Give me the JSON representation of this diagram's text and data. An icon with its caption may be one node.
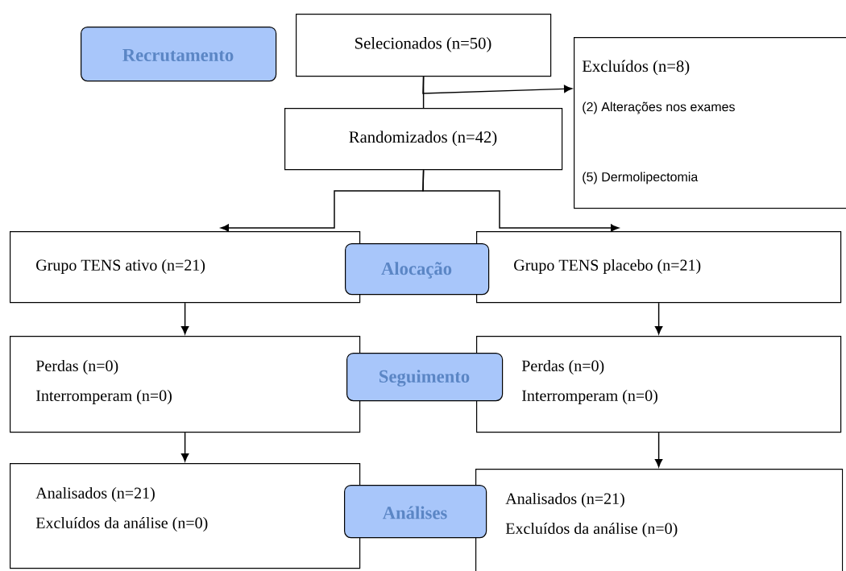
{
  "diagram": {
    "nodes": [
      {
        "text": [
          "Recrutamento"
        ]
      },
      {
        "text": [
          "Selecionados  (n=50)"
        ]
      },
      {
        "text": [
          "Excluídos (n=8)",
          "(2) Alterações nos exames",
          "(5) Dermolipectomia"
        ]
      },
      {
        "text": [
          "Randomizados  (n=42)"
        ]
      },
      {
        "text": [
          "Grupo TENS ativo (n=21)"
        ]
      },
      {
        "text": [
          "Alocação"
        ]
      },
      {
        "text": [
          "Grupo TENS placebo (n=21)"
        ]
      },
      {
        "text": [
          "Perdas (n=0)",
          "Interromperam (n=0)"
        ]
      },
      {
        "text": [
          "Seguimento"
        ]
      },
      {
        "text": [
          "Perdas (n=0)",
          "Interromperam (n=0)"
        ]
      },
      {
        "text": [
          "Analisados (n=21)",
          "Excluídos da análise (n=0)"
        ]
      },
      {
        "text": [
          "Análises"
        ]
      },
      {
        "text": [
          "Analisados (n=21)",
          "Excluídos da análise (n=0)"
        ]
      }
    ],
    "edges": [
      {
        "from": 1,
        "to": 2,
        "arrow": "to"
      },
      {
        "from": 1,
        "to": 3,
        "arrow": "none"
      },
      {
        "from": 3,
        "to": 4,
        "arrow": "to"
      },
      {
        "from": 3,
        "to": 6,
        "arrow": "to"
      },
      {
        "from": 4,
        "to": 7,
        "arrow": "to"
      },
      {
        "from": 6,
        "to": 9,
        "arrow": "to"
      },
      {
        "from": 7,
        "to": 10,
        "arrow": "to"
      },
      {
        "from": 9,
        "to": 12,
        "arrow": "to"
      }
    ]
  }
}
